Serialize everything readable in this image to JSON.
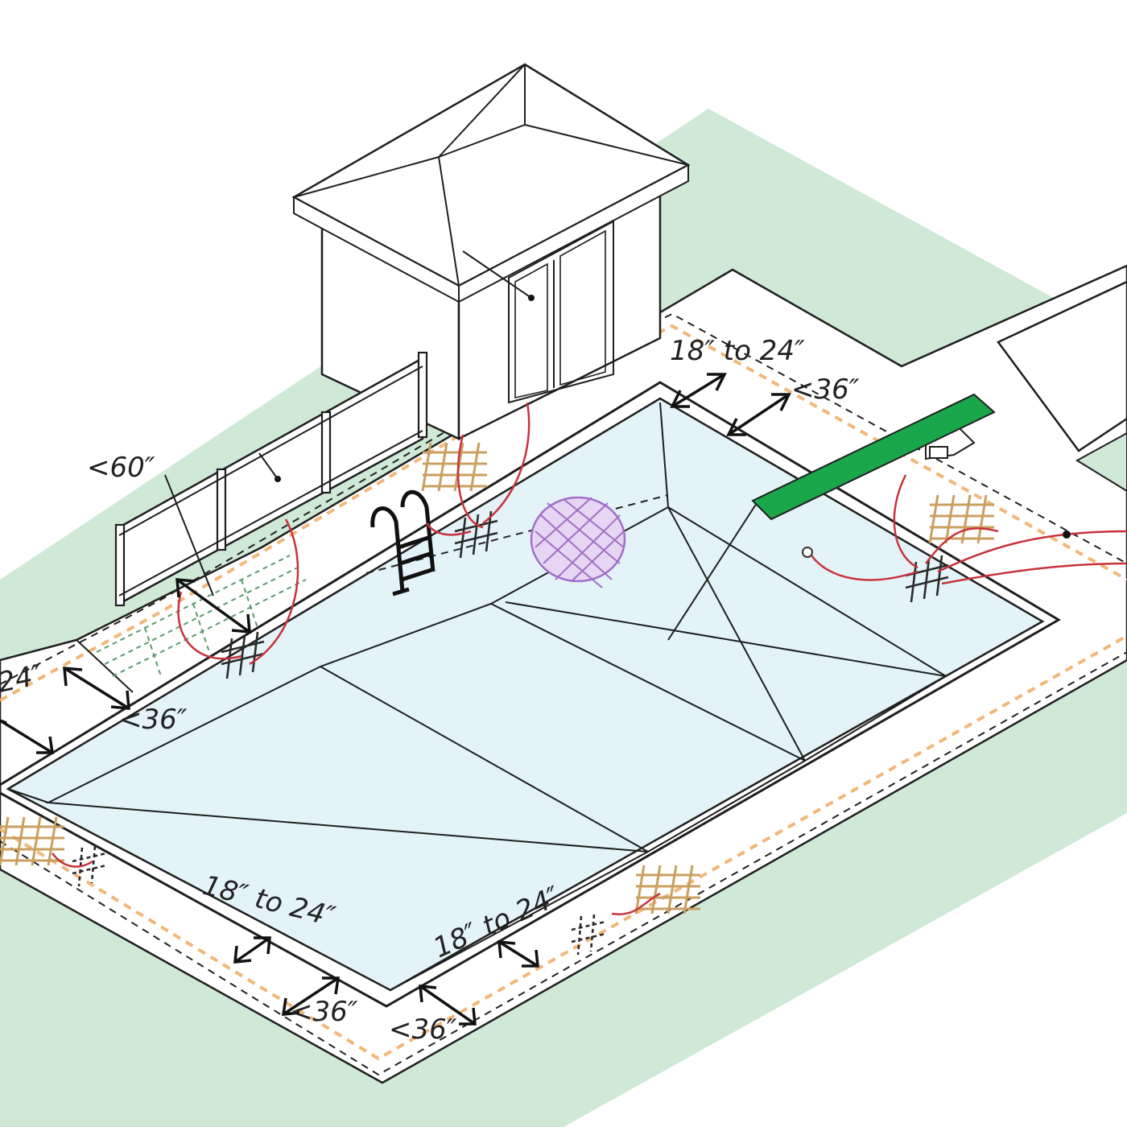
{
  "labels": {
    "top_clearance": "18″ to 24″",
    "top_max": "<36″",
    "fence_max": "<60″",
    "left_clearance": "24″",
    "left_max": "<36″",
    "bottom_clearance_1": "18″ to 24″",
    "bottom_max_1": "<36″",
    "bottom_clearance_2": "18″ to 24″",
    "bottom_max_2": "<36″"
  },
  "colors": {
    "lawn": "#cfe9d6",
    "deck": "#ffffff",
    "pool_water": "#e3f3f8",
    "diving_board": "#1aa64a",
    "bonding_wire": "#c8323c",
    "bonding_grid": "#f2b779",
    "drain_grate": "#a070c8"
  }
}
